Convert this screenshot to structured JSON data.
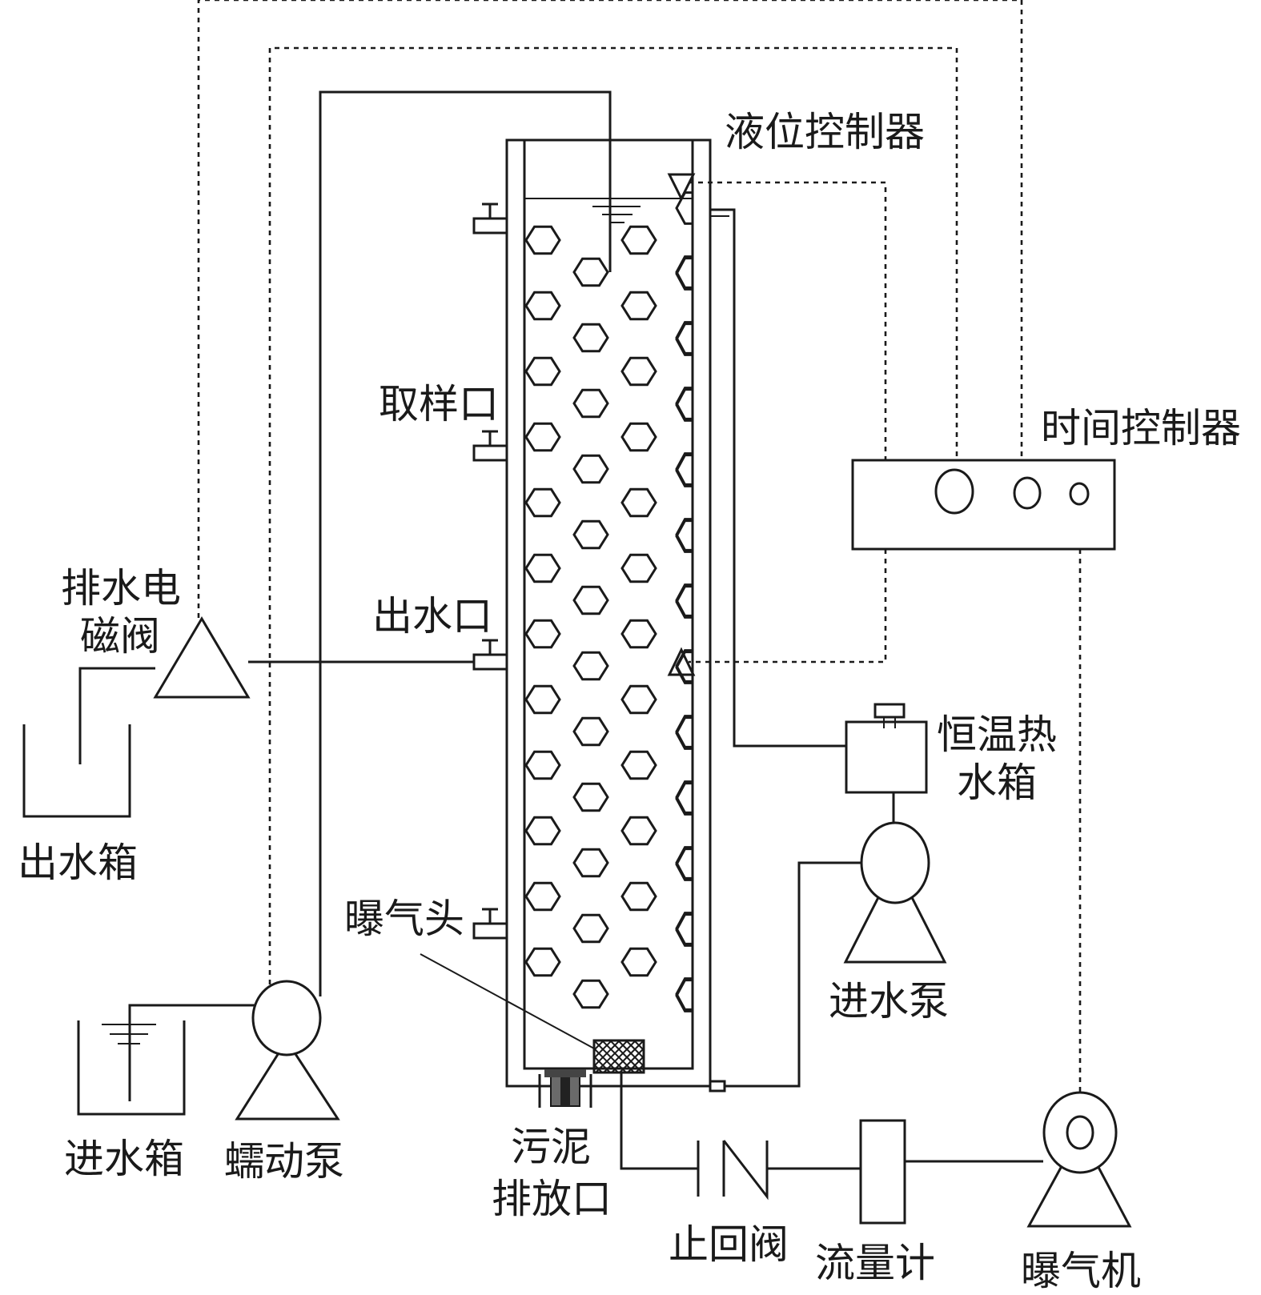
{
  "labels": {
    "level_controller": "液位控制器",
    "time_controller": "时间控制器",
    "sampling_port": "取样口",
    "outlet_port": "出水口",
    "drain_valve_line1": "排水电",
    "drain_valve_line2": "磁阀",
    "effluent_tank": "出水箱",
    "influent_tank": "进水箱",
    "peristaltic_pump": "蠕动泵",
    "aeration_head": "曝气头",
    "sludge_outlet_line1": "污泥",
    "sludge_outlet_line2": "排放口",
    "check_valve": "止回阀",
    "flow_meter": "流量计",
    "aerator": "曝气机",
    "water_bath_line1": "恒温热",
    "water_bath_line2": "水箱",
    "inlet_pump": "进水泵"
  }
}
